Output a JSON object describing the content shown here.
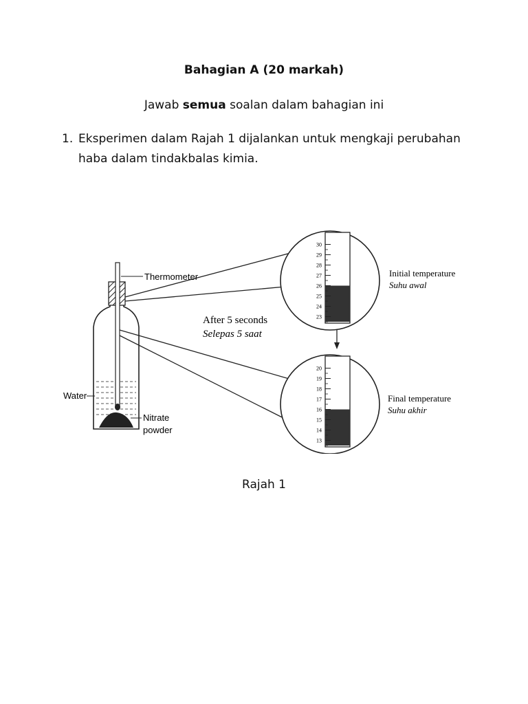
{
  "section": {
    "heading": "Bahagian A (20 markah)",
    "instruction_pre": "Jawab ",
    "instruction_bold": "semua",
    "instruction_post": " soalan dalam bahagian ini"
  },
  "question": {
    "number": "1.",
    "text": "Eksperimen dalam Rajah 1 dijalankan untuk mengkaji perubahan haba dalam tindakbalas kimia."
  },
  "figure": {
    "labels": {
      "thermometer": "Thermometer",
      "water": "Water",
      "nitrate": "Nitrate",
      "powder": "powder",
      "after_en": "After 5 seconds",
      "after_my": "Selepas 5 saat",
      "initial_en": "Initial temperature",
      "initial_my": "Suhu awal",
      "final_en": "Final temperature",
      "final_my": "Suhu akhir"
    },
    "initial_scale": [
      "30",
      "29",
      "28",
      "27",
      "26",
      "25",
      "24",
      "23"
    ],
    "final_scale": [
      "20",
      "19",
      "18",
      "17",
      "16",
      "15",
      "14",
      "13"
    ],
    "initial_reading": 26,
    "final_reading": 16,
    "caption": "Rajah 1"
  }
}
